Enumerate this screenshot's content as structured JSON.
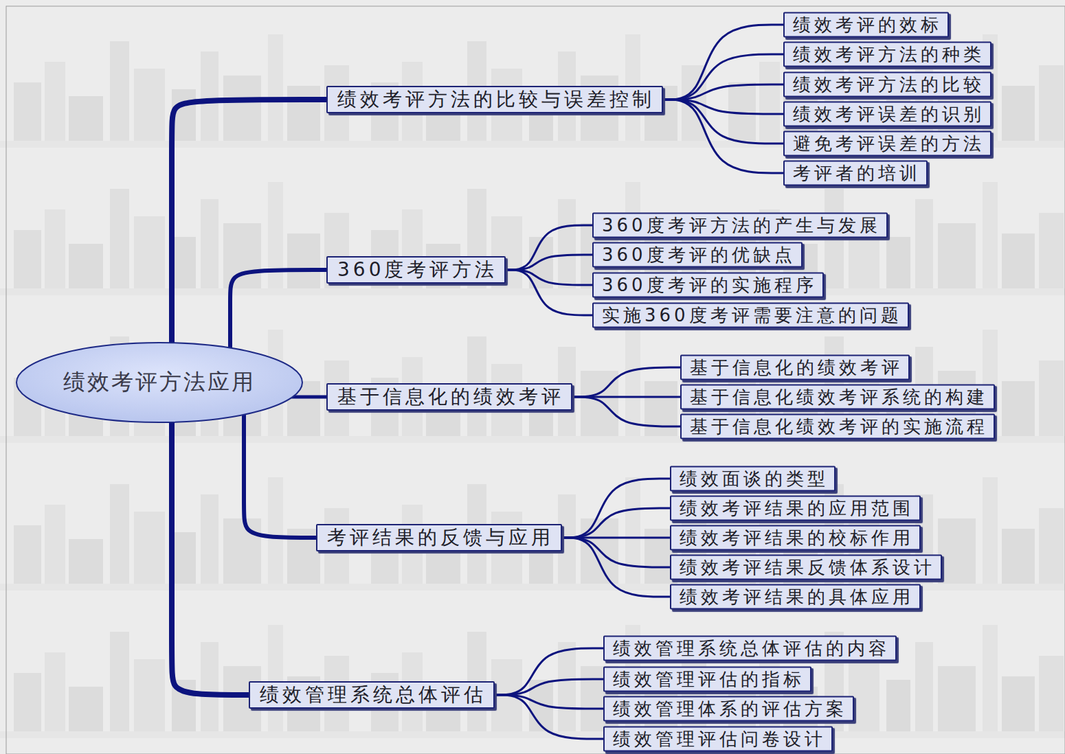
{
  "diagram": {
    "nodes": [
      {
        "text": [
          "绩效考评方法应用"
        ]
      },
      {
        "text": [
          "绩效考评方法的比较与误差控制"
        ]
      },
      {
        "text": [
          "绩效考评的效标"
        ]
      },
      {
        "text": [
          "绩效考评方法的种类"
        ]
      },
      {
        "text": [
          "绩效考评方法的比较"
        ]
      },
      {
        "text": [
          "绩效考评误差的识别"
        ]
      },
      {
        "text": [
          "避免考评误差的方法"
        ]
      },
      {
        "text": [
          "考评者的培训"
        ]
      },
      {
        "text": [
          "360度考评方法"
        ]
      },
      {
        "text": [
          "360度考评方法的产生与发展"
        ]
      },
      {
        "text": [
          "360度考评的优缺点"
        ]
      },
      {
        "text": [
          "360度考评的实施程序"
        ]
      },
      {
        "text": [
          "实施360度考评需要注意的问题"
        ]
      },
      {
        "text": [
          "基于信息化的绩效考评"
        ]
      },
      {
        "text": [
          "基于信息化的绩效考评"
        ]
      },
      {
        "text": [
          "基于信息化绩效考评系统的构建"
        ]
      },
      {
        "text": [
          "基于信息化绩效考评的实施流程"
        ]
      },
      {
        "text": [
          "考评结果的反馈与应用"
        ]
      },
      {
        "text": [
          "绩效面谈的类型"
        ]
      },
      {
        "text": [
          "绩效考评结果的应用范围"
        ]
      },
      {
        "text": [
          "绩效考评结果的校标作用"
        ]
      },
      {
        "text": [
          "绩效考评结果反馈体系设计"
        ]
      },
      {
        "text": [
          "绩效考评结果的具体应用"
        ]
      },
      {
        "text": [
          "绩效管理系统总体评估"
        ]
      },
      {
        "text": [
          "绩效管理系统总体评估的内容"
        ]
      },
      {
        "text": [
          "绩效管理评估的指标"
        ]
      },
      {
        "text": [
          "绩效管理体系的评估方案"
        ]
      },
      {
        "text": [
          "绩效管理评估问卷设计"
        ]
      }
    ],
    "edges": [
      {
        "from": 0,
        "to": 1,
        "arrow": "none"
      },
      {
        "from": 1,
        "to": 2,
        "arrow": "none"
      },
      {
        "from": 1,
        "to": 3,
        "arrow": "none"
      },
      {
        "from": 1,
        "to": 4,
        "arrow": "none"
      },
      {
        "from": 1,
        "to": 5,
        "arrow": "none"
      },
      {
        "from": 1,
        "to": 6,
        "arrow": "none"
      },
      {
        "from": 1,
        "to": 7,
        "arrow": "none"
      },
      {
        "from": 0,
        "to": 8,
        "arrow": "none"
      },
      {
        "from": 8,
        "to": 9,
        "arrow": "none"
      },
      {
        "from": 8,
        "to": 10,
        "arrow": "none"
      },
      {
        "from": 8,
        "to": 11,
        "arrow": "none"
      },
      {
        "from": 8,
        "to": 12,
        "arrow": "none"
      },
      {
        "from": 0,
        "to": 13,
        "arrow": "none"
      },
      {
        "from": 13,
        "to": 14,
        "arrow": "none"
      },
      {
        "from": 13,
        "to": 15,
        "arrow": "none"
      },
      {
        "from": 13,
        "to": 16,
        "arrow": "none"
      },
      {
        "from": 0,
        "to": 17,
        "arrow": "none"
      },
      {
        "from": 17,
        "to": 18,
        "arrow": "none"
      },
      {
        "from": 17,
        "to": 19,
        "arrow": "none"
      },
      {
        "from": 17,
        "to": 20,
        "arrow": "none"
      },
      {
        "from": 17,
        "to": 21,
        "arrow": "none"
      },
      {
        "from": 17,
        "to": 22,
        "arrow": "none"
      },
      {
        "from": 0,
        "to": 23,
        "arrow": "none"
      },
      {
        "from": 23,
        "to": 24,
        "arrow": "none"
      },
      {
        "from": 23,
        "to": 25,
        "arrow": "none"
      },
      {
        "from": 23,
        "to": 26,
        "arrow": "none"
      },
      {
        "from": 23,
        "to": 27,
        "arrow": "none"
      }
    ]
  }
}
